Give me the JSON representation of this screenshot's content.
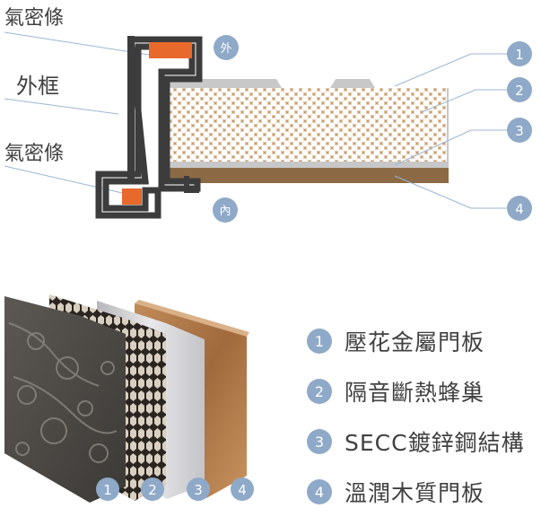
{
  "cross_section": {
    "label_gasket_top": "氣密條",
    "label_frame": "外框",
    "label_gasket_bottom": "氣密條",
    "side_outside": "外",
    "side_inside": "內",
    "callouts": [
      "1",
      "2",
      "3",
      "4"
    ]
  },
  "exploded_view": {
    "badges": [
      "1",
      "2",
      "3",
      "4"
    ]
  },
  "legend": {
    "items": [
      {
        "num": "1",
        "text": "壓花金屬門板"
      },
      {
        "num": "2",
        "text": "隔音斷熱蜂巢"
      },
      {
        "num": "3",
        "text": "SECC鍍鋅鋼結構"
      },
      {
        "num": "4",
        "text": "溫潤木質門板"
      }
    ]
  },
  "colors": {
    "badge": "#8fa9c8",
    "gasket": "#e8692c",
    "frame": "#3c3c3c",
    "honeycomb": "#c79c6a",
    "metal_skin": "#c8c8c8",
    "wood": "#8b6a45",
    "leader_line": "#9db5d1"
  }
}
